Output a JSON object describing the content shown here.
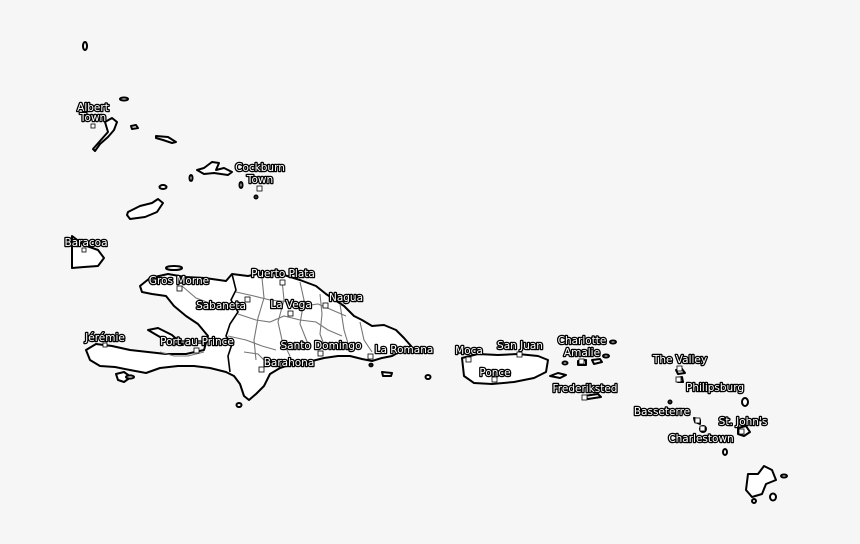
{
  "map": {
    "colors": {
      "background": "#f6f6f6",
      "land": "#ffffff",
      "coast": "#000000",
      "admin_lines": "#777777"
    },
    "cities": [
      {
        "id": "albert-town",
        "label_lines": [
          "Albert",
          "Town"
        ]
      },
      {
        "id": "cockburn-town",
        "label_lines": [
          "Cockburn",
          "Town"
        ]
      },
      {
        "id": "baracoa",
        "label_lines": [
          "Baracoa"
        ]
      },
      {
        "id": "gros-morne",
        "label_lines": [
          "Gros Morne"
        ]
      },
      {
        "id": "puerto-plata",
        "label_lines": [
          "Puerto Plata"
        ]
      },
      {
        "id": "sabaneta",
        "label_lines": [
          "Sabaneta"
        ]
      },
      {
        "id": "la-vega",
        "label_lines": [
          "La Vega"
        ]
      },
      {
        "id": "nagua",
        "label_lines": [
          "Nagua"
        ]
      },
      {
        "id": "jeremie",
        "label_lines": [
          "Jérémie"
        ]
      },
      {
        "id": "port-au-prince",
        "label_lines": [
          "Port-au-Prince"
        ]
      },
      {
        "id": "santo-domingo",
        "label_lines": [
          "Santo Domingo"
        ]
      },
      {
        "id": "barahona",
        "label_lines": [
          "Barahona"
        ]
      },
      {
        "id": "la-romana",
        "label_lines": [
          "La Romana"
        ]
      },
      {
        "id": "moca",
        "label_lines": [
          "Moca"
        ]
      },
      {
        "id": "san-juan",
        "label_lines": [
          "San Juan"
        ]
      },
      {
        "id": "ponce",
        "label_lines": [
          "Ponce"
        ]
      },
      {
        "id": "charlotte-amalie",
        "label_lines": [
          "Charlotte",
          "Amalie"
        ]
      },
      {
        "id": "frederiksted",
        "label_lines": [
          "Frederiksted"
        ]
      },
      {
        "id": "the-valley",
        "label_lines": [
          "The Valley"
        ]
      },
      {
        "id": "philipsburg",
        "label_lines": [
          "Philipsburg"
        ]
      },
      {
        "id": "basseterre",
        "label_lines": [
          "Basseterre"
        ]
      },
      {
        "id": "st-johns",
        "label_lines": [
          "St. John's"
        ]
      },
      {
        "id": "charlestown",
        "label_lines": [
          "Charlestown"
        ]
      }
    ]
  }
}
